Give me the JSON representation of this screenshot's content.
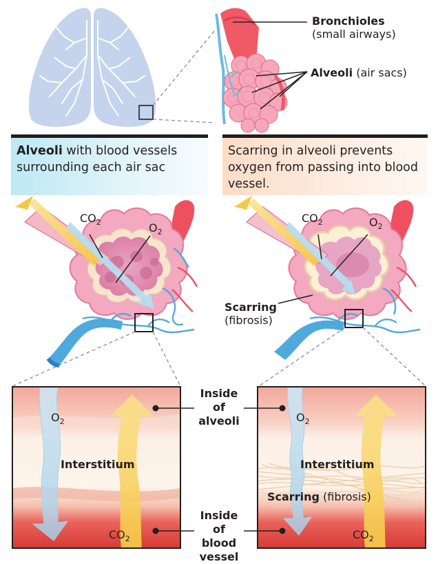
{
  "top": {
    "bronchioles": {
      "title": "Bronchioles",
      "subtitle": "(small airways)"
    },
    "alveoli": {
      "title": "Alveoli",
      "subtitle": "(air sacs)"
    }
  },
  "panel_left": {
    "heading_bold": "Alveoli",
    "heading_rest": " with blood vessels surrounding each air sac",
    "co2_label": "CO",
    "o2_label": "O",
    "subscript": "2"
  },
  "panel_right": {
    "heading": "Scarring in alveoli prevents oxygen from passing into blood vessel.",
    "co2_label": "CO",
    "o2_label": "O",
    "subscript": "2",
    "scarring_title": "Scarring",
    "scarring_subtitle": "(fibrosis)"
  },
  "bottom": {
    "center_top": "Inside of alveoli",
    "center_bottom": "Inside of blood vessel",
    "left_interstitium": "Interstitium",
    "right_interstitium": "Interstitium",
    "right_scarring_bold": "Scarring",
    "right_scarring_rest": " (fibrosis)",
    "o2": "O",
    "co2": "CO",
    "sub": "2"
  },
  "colors": {
    "lung_fill": "#c5d3ed",
    "alveoli_pink": "#f2a4b6",
    "vessel_red": "#e8545c",
    "vessel_blue": "#4fa9dc",
    "arrow_yellow": "#f6c648",
    "arrow_blue": "#b7dcef"
  }
}
